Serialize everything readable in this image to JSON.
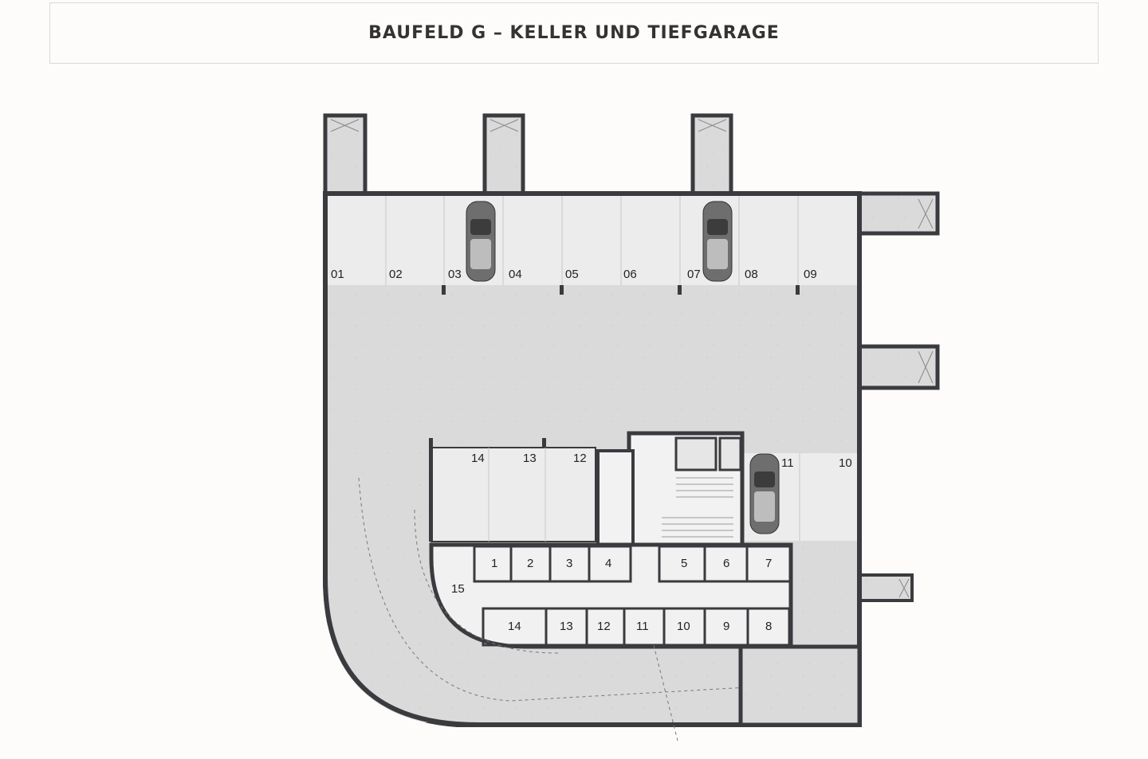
{
  "page": {
    "title": "BAUFELD G – KELLER UND TIEFGARAGE"
  },
  "colors": {
    "floor": "#dcdcdc",
    "wall": "#3a3b3f",
    "cell": "#ececec",
    "background": "#fdfcfa"
  },
  "parking_top": [
    "01",
    "02",
    "03",
    "04",
    "05",
    "06",
    "07",
    "08",
    "09"
  ],
  "parking_middle": [
    "14",
    "13",
    "12"
  ],
  "parking_right": [
    "11",
    "10"
  ],
  "storage_top": [
    "1",
    "2",
    "3",
    "4",
    "5",
    "6",
    "7"
  ],
  "storage_bottom": [
    "14",
    "13",
    "12",
    "11",
    "10",
    "9",
    "8"
  ],
  "storage_left": "15",
  "icons": [
    "car-icon",
    "car-icon",
    "car-icon"
  ]
}
